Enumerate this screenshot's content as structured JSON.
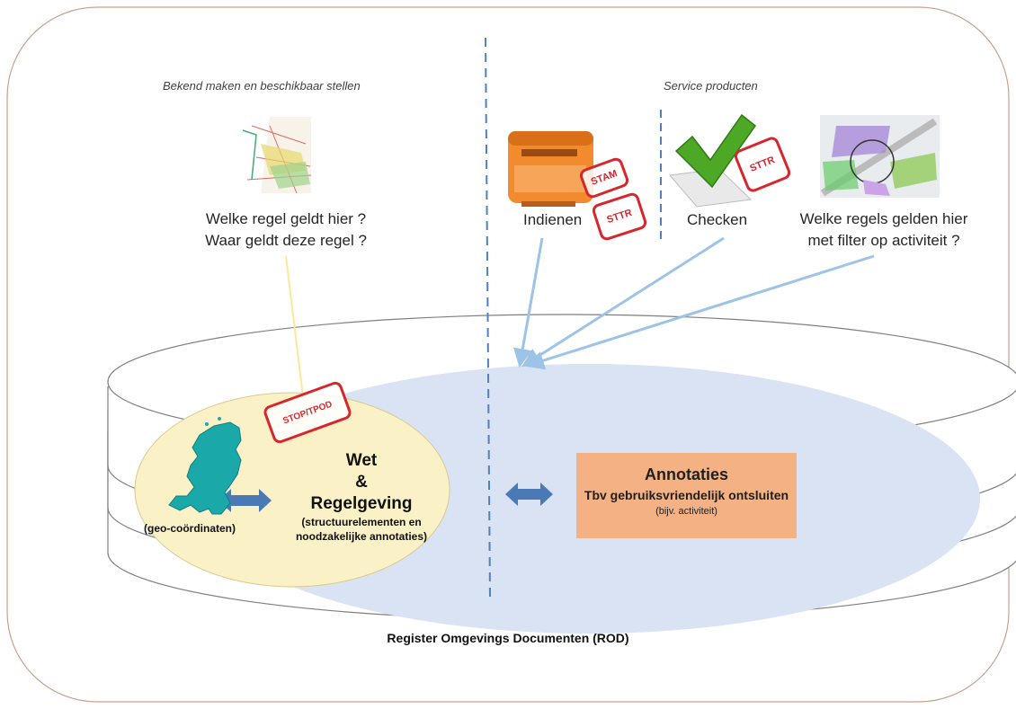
{
  "captions": {
    "left": "Bekend maken en beschikbaar stellen",
    "right": "Service producten"
  },
  "left_questions": {
    "line1": "Welke regel geldt hier ?",
    "line2": "Waar geldt deze regel ?"
  },
  "services": {
    "indienen": "Indienen",
    "checken": "Checken",
    "regels_line1": "Welke regels gelden hier",
    "regels_line2": "met filter op activiteit ?"
  },
  "stamps": {
    "stam": "STAM",
    "sttr_indienen": "STTR",
    "sttr_checken": "STTR",
    "stop_tpod": "STOP/TPOD"
  },
  "wet": {
    "line1": "Wet",
    "line2": "&",
    "line3": "Regelgeving",
    "sub1": "(structuurelementen en",
    "sub2": "noodzakelijke annotaties)",
    "geo": "(geo-coördinaten)"
  },
  "annotaties": {
    "title": "Annotaties",
    "subtitle": "Tbv gebruiksvriendelijk ontsluiten",
    "note": "(bijv. activiteit)"
  },
  "footer": "Register Omgevings Documenten (ROD)",
  "colors": {
    "frame": "#c8a08a",
    "dashed_line": "#4f81bd",
    "left_ellipse": "#fbf1c7",
    "inner_ellipse": "#dae3f3",
    "arrow": "#4a7ab5",
    "stamp": "#d7262c",
    "annotaties_box": "#f4b183",
    "netherlands_map": "#1aa8a8"
  },
  "icons": [
    "map-thumbnail",
    "mailbox-icon",
    "checkmark-icon",
    "plan-map-thumbnail",
    "netherlands-map-icon"
  ]
}
